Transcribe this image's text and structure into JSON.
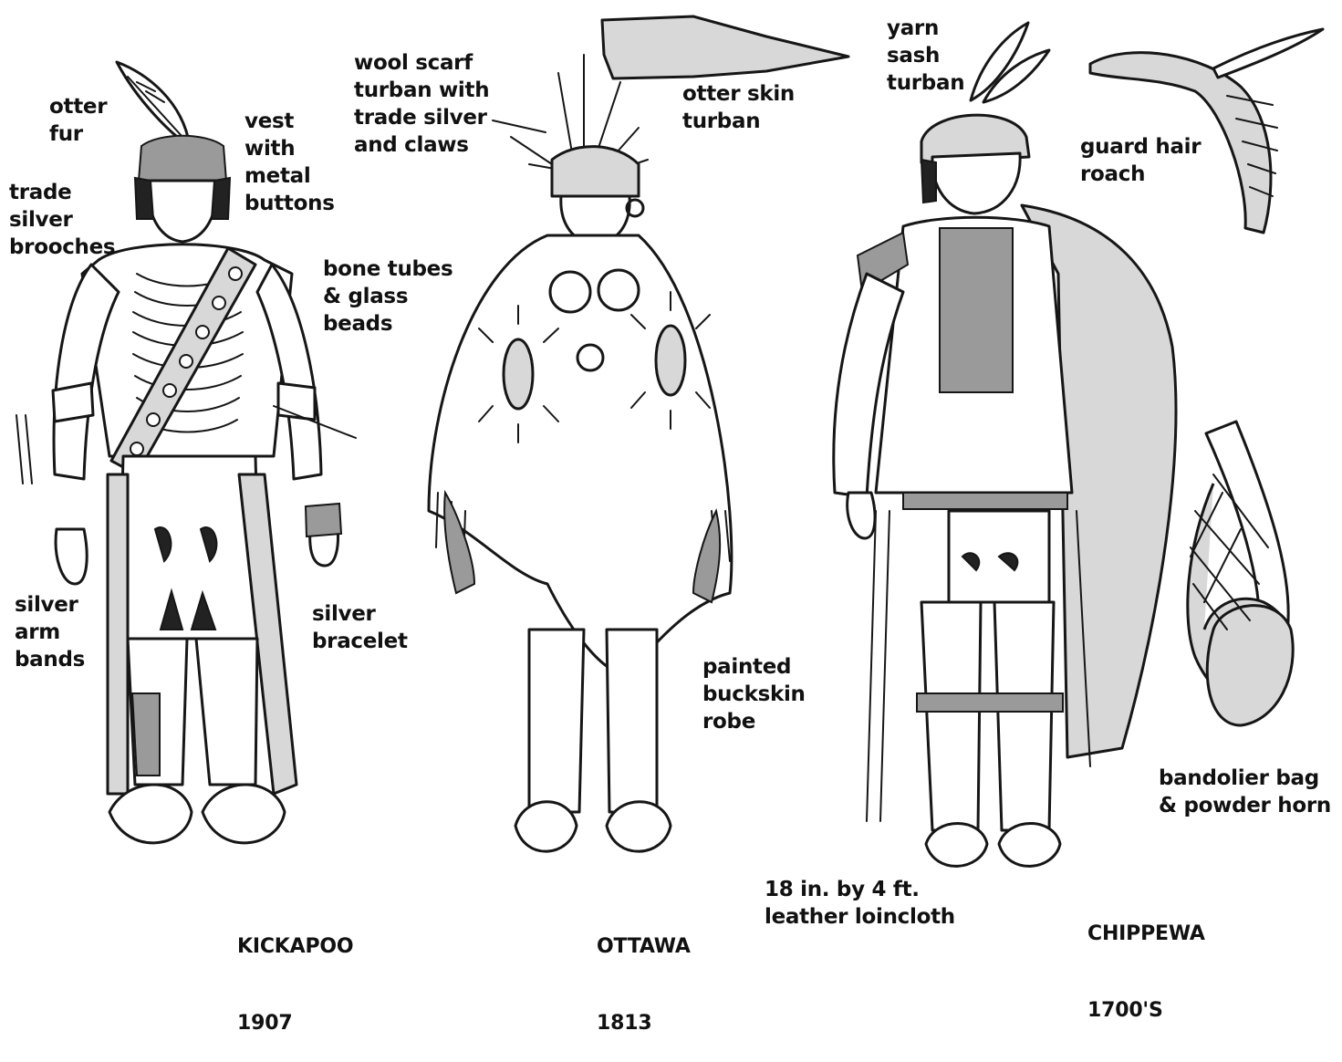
{
  "figures": [
    {
      "tribe": "KICKAPOO",
      "year": "1907"
    },
    {
      "tribe": "OTTAWA",
      "year": "1813"
    },
    {
      "tribe": "CHIPPEWA",
      "year": "1700'S"
    }
  ],
  "labels": {
    "otter_fur": "otter\nfur",
    "vest": "vest\nwith\nmetal\nbuttons",
    "trade_silver": "trade\nsilver\nbrooches",
    "bone_tubes": "bone tubes\n& glass\nbeads",
    "silver_arm_bands": "silver\narm\nbands",
    "silver_bracelet": "silver\nbracelet",
    "wool_scarf": "wool scarf\nturban with\ntrade silver\nand claws",
    "otter_skin_turban": "otter skin\nturban",
    "painted_robe": "painted\nbuckskin\nrobe",
    "yarn_sash": "yarn\nsash\nturban",
    "guard_hair": "guard hair\nroach",
    "bandolier": "bandolier bag\n& powder horn",
    "loincloth": "18 in. by 4 ft.\nleather loincloth"
  }
}
